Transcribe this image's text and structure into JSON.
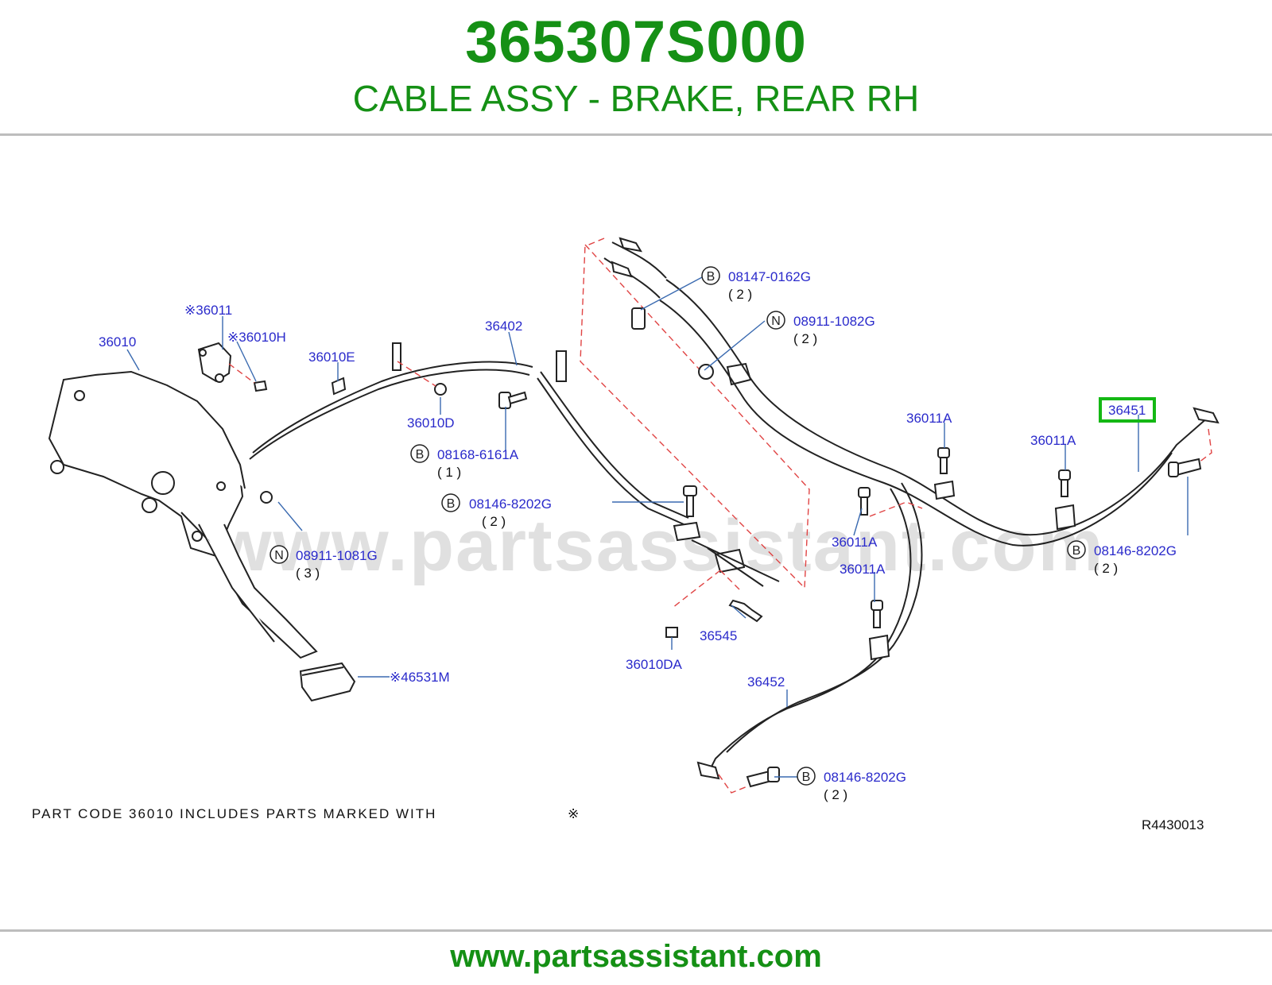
{
  "header": {
    "part_number": "365307S000",
    "description": "CABLE ASSY - BRAKE, REAR RH"
  },
  "footer": {
    "url": "www.partsassistant.com"
  },
  "watermark": "www.partsassistant.com",
  "diagram": {
    "note": "PART CODE 36010 INCLUDES PARTS MARKED WITH",
    "note_mark": "※",
    "drawing_code": "R4430013",
    "highlight_color": "#14b814",
    "labels": [
      {
        "id": "36011",
        "text": "※36011"
      },
      {
        "id": "36010H",
        "text": "※36010H"
      },
      {
        "id": "36010",
        "text": "36010"
      },
      {
        "id": "36010E",
        "text": "36010E"
      },
      {
        "id": "36402",
        "text": "36402"
      },
      {
        "id": "36010D",
        "text": "36010D"
      },
      {
        "id": "08168-6161A",
        "text": "08168-6161A",
        "badge": "B",
        "qty": "( 1 )"
      },
      {
        "id": "08146-8202G-a",
        "text": "08146-8202G",
        "badge": "B",
        "qty": "( 2 )"
      },
      {
        "id": "08911-1081G",
        "text": "08911-1081G",
        "badge": "N",
        "qty": "( 3 )"
      },
      {
        "id": "08147-0162G",
        "text": "08147-0162G",
        "badge": "B",
        "qty": "( 2 )"
      },
      {
        "id": "08911-1082G",
        "text": "08911-1082G",
        "badge": "N",
        "qty": "( 2 )"
      },
      {
        "id": "36011A-a",
        "text": "36011A"
      },
      {
        "id": "36451",
        "text": "36451",
        "highlighted": true
      },
      {
        "id": "36011A-b",
        "text": "36011A"
      },
      {
        "id": "36011A-c",
        "text": "36011A"
      },
      {
        "id": "36011A-d",
        "text": "36011A"
      },
      {
        "id": "08146-8202G-b",
        "text": "08146-8202G",
        "badge": "B",
        "qty": "( 2 )"
      },
      {
        "id": "36545",
        "text": "36545"
      },
      {
        "id": "36010DA",
        "text": "36010DA"
      },
      {
        "id": "46531M",
        "text": "※46531M"
      },
      {
        "id": "36452",
        "text": "36452"
      },
      {
        "id": "08146-8202G-c",
        "text": "08146-8202G",
        "badge": "B",
        "qty": "( 2 )"
      }
    ]
  }
}
